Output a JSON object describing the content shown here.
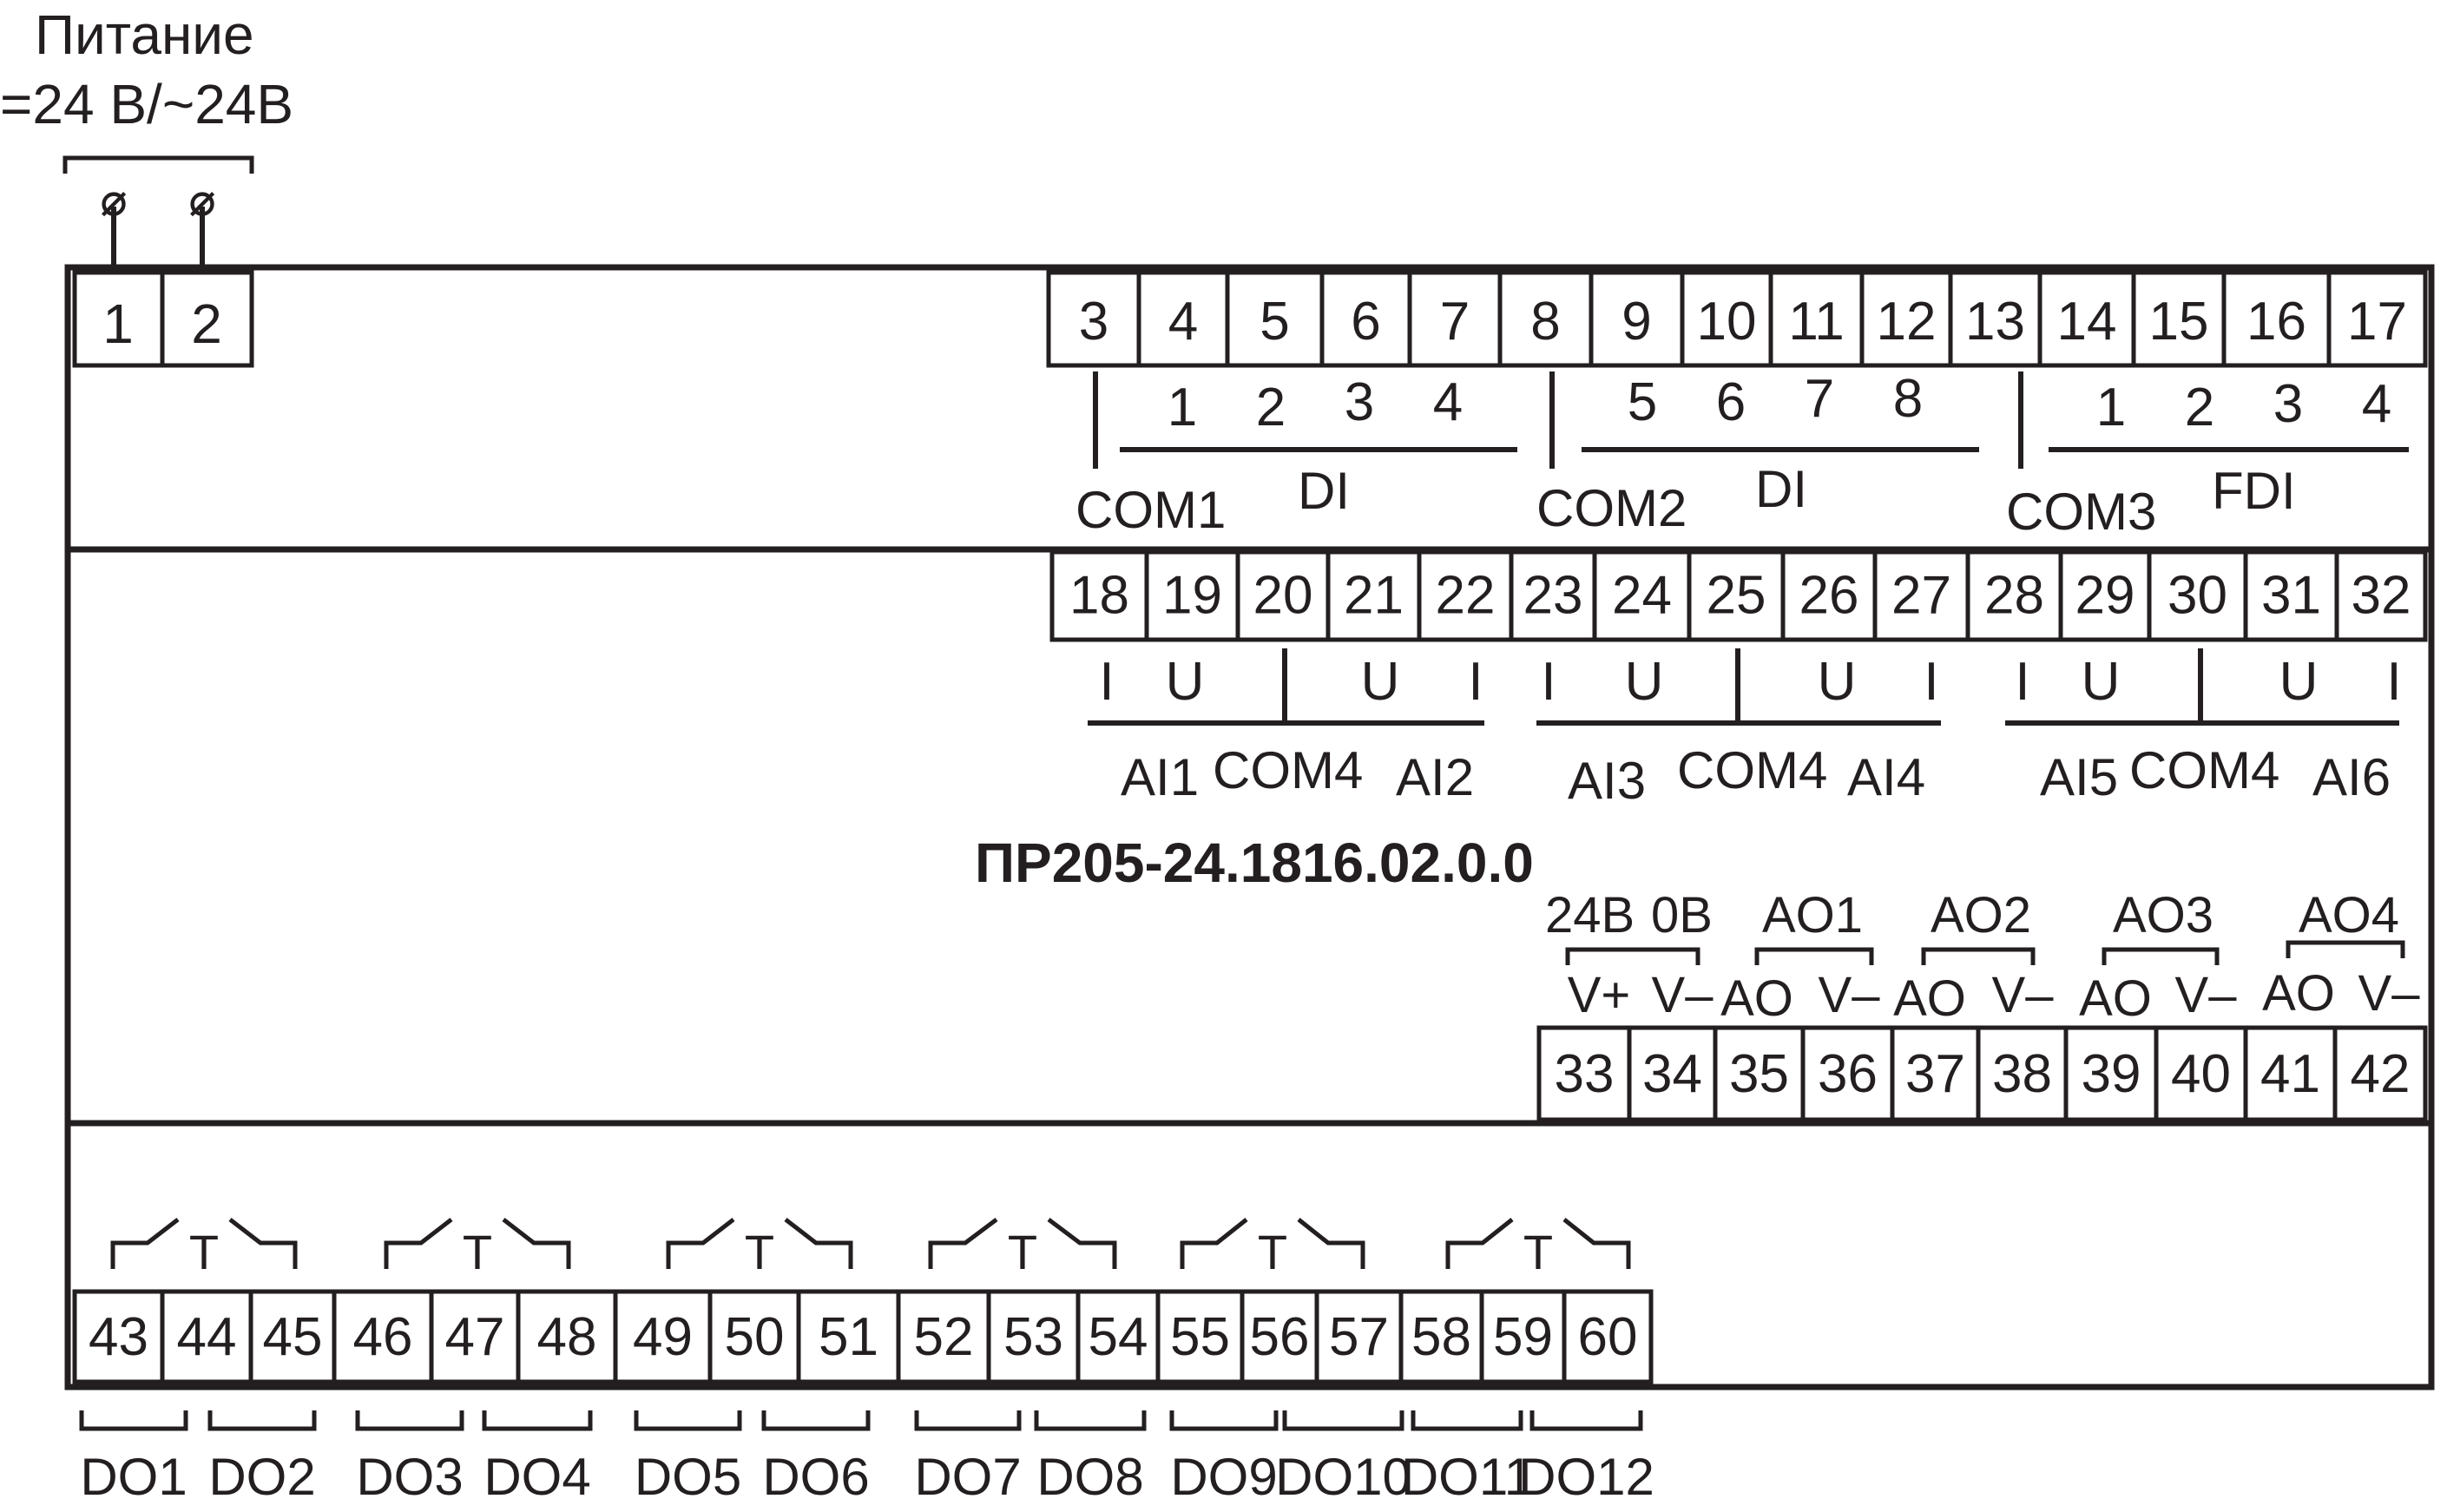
{
  "power": {
    "title": "Питание",
    "voltage": "=24 В/~24В",
    "screw_symbol": "⌀",
    "terminals": [
      "1",
      "2"
    ]
  },
  "model": "ПР205-24.1816.02.0.0",
  "di_group1": {
    "terminals": [
      "3",
      "4",
      "5",
      "6",
      "7"
    ],
    "channel_numbers": [
      "1",
      "2",
      "3",
      "4"
    ],
    "com_label": "COM1",
    "group_label": "DI"
  },
  "di_group2": {
    "terminals": [
      "8",
      "9",
      "10",
      "11",
      "12"
    ],
    "channel_numbers": [
      "5",
      "6",
      "7",
      "8"
    ],
    "com_label": "COM2",
    "group_label": "DI"
  },
  "fdi_group": {
    "terminals": [
      "13",
      "14",
      "15",
      "16",
      "17"
    ],
    "channel_numbers": [
      "1",
      "2",
      "3",
      "4"
    ],
    "com_label": "COM3",
    "group_label": "FDI"
  },
  "ai_row": {
    "terminals": [
      "18",
      "19",
      "20",
      "21",
      "22",
      "23",
      "24",
      "25",
      "26",
      "27",
      "28",
      "29",
      "30",
      "31",
      "32"
    ],
    "groups": [
      {
        "markers": [
          "I",
          "U",
          "U",
          "I"
        ],
        "left_label": "AI1",
        "com_label": "COM4",
        "right_label": "AI2"
      },
      {
        "markers": [
          "I",
          "U",
          "U",
          "I"
        ],
        "left_label": "AI3",
        "com_label": "COM4",
        "right_label": "AI4"
      },
      {
        "markers": [
          "I",
          "U",
          "U",
          "I"
        ],
        "left_label": "AI5",
        "com_label": "COM4",
        "right_label": "AI6"
      }
    ]
  },
  "ao_row": {
    "terminals": [
      "33",
      "34",
      "35",
      "36",
      "37",
      "38",
      "39",
      "40",
      "41",
      "42"
    ],
    "supply": {
      "label_v": "24В",
      "label_0": "0В",
      "pin_labels": [
        "V+",
        "V–"
      ]
    },
    "outputs": [
      {
        "name": "AO1",
        "pin_labels": [
          "AO",
          "V–"
        ]
      },
      {
        "name": "AO2",
        "pin_labels": [
          "AO",
          "V–"
        ]
      },
      {
        "name": "AO3",
        "pin_labels": [
          "AO",
          "V–"
        ]
      },
      {
        "name": "AO4",
        "pin_labels": [
          "AO",
          "V–"
        ]
      }
    ]
  },
  "do_row": {
    "terminals": [
      "43",
      "44",
      "45",
      "46",
      "47",
      "48",
      "49",
      "50",
      "51",
      "52",
      "53",
      "54",
      "55",
      "56",
      "57",
      "58",
      "59",
      "60"
    ],
    "relay_common_symbol": "T",
    "outputs": [
      "DO1",
      "DO2",
      "DO3",
      "DO4",
      "DO5",
      "DO6",
      "DO7",
      "DO8",
      "DO9",
      "DO10",
      "DO11",
      "DO12"
    ]
  }
}
